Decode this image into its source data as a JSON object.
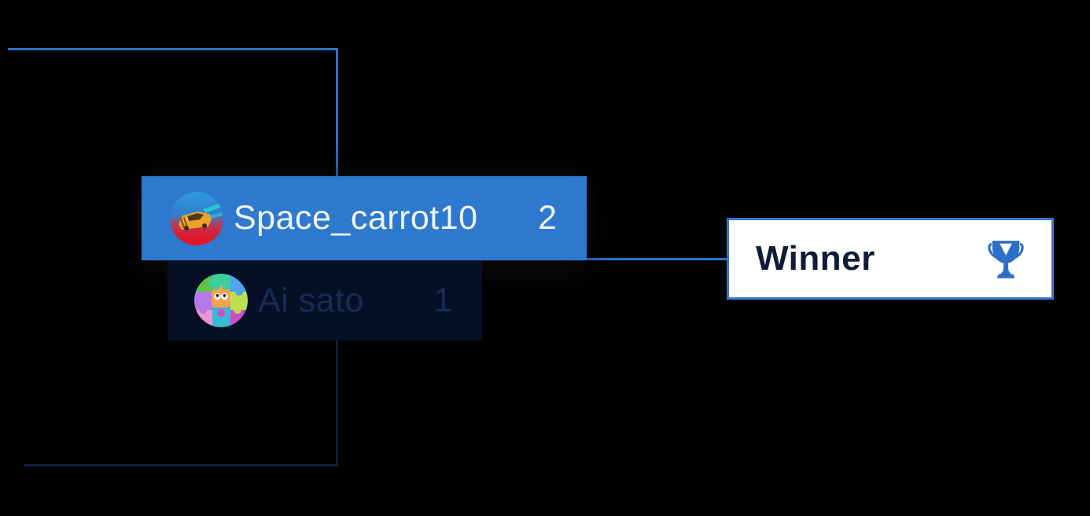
{
  "view": {
    "name": "Tournament bracket match detail",
    "background_color": "#000000"
  },
  "bracket": {
    "active_line_color": "#2c73cb",
    "eliminated_line_color": "#101f3c"
  },
  "match": {
    "players": [
      {
        "name": "Space_carrot10",
        "score": "2",
        "state": "winner",
        "avatar_icon": "car-avatar-icon",
        "card_color": "#2e79cd",
        "text_color": "#eff5fd"
      },
      {
        "name": "Ai sato",
        "score": "1",
        "state": "eliminated",
        "avatar_icon": "puzzle-avatar-icon",
        "card_color": "#051026",
        "text_color": "#182c4f"
      }
    ]
  },
  "winner_box": {
    "label": "Winner",
    "icon": "trophy-icon",
    "background": "#ffffff",
    "border_color": "#3377cd",
    "text_color": "#0f1c36",
    "icon_color": "#2d6fc6"
  }
}
